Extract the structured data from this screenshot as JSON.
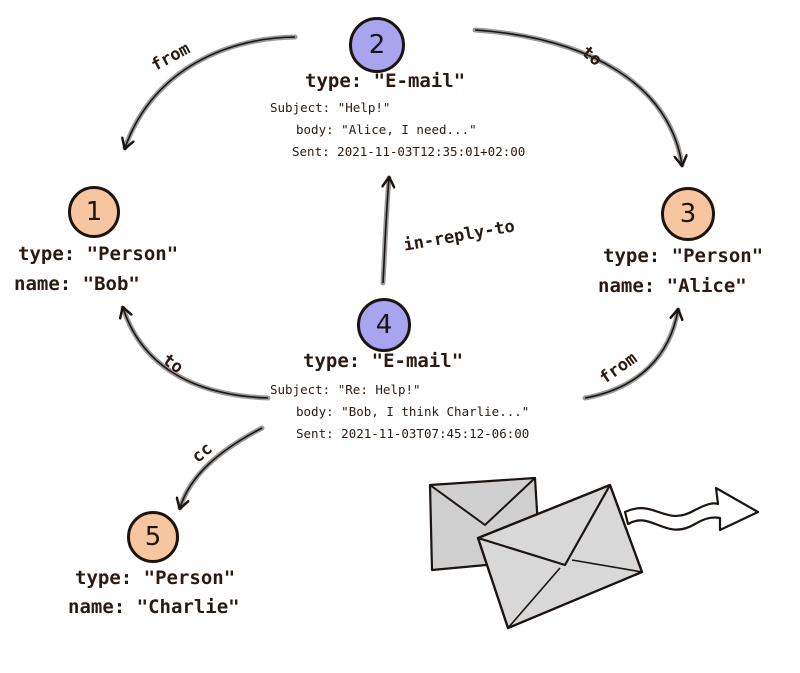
{
  "colors": {
    "person_fill": "#f7c59f",
    "email_fill": "#a9a4ef",
    "ink": "#1b1410",
    "text": "#2b1a12",
    "envelope": "#c8c8c8"
  },
  "nodes": [
    {
      "id": "1",
      "type_key": "type:",
      "type_val": "\"Person\"",
      "name_key": "name:",
      "name_val": "\"Bob\""
    },
    {
      "id": "2",
      "type_key": "type:",
      "type_val": "\"E-mail\"",
      "subject_key": "Subject:",
      "subject_val": "\"Help!\"",
      "body_key": "body:",
      "body_val": "\"Alice, I need...\"",
      "sent_key": "Sent:",
      "sent_val": "2021-11-03T12:35:01+02:00"
    },
    {
      "id": "3",
      "type_key": "type:",
      "type_val": "\"Person\"",
      "name_key": "name:",
      "name_val": "\"Alice\""
    },
    {
      "id": "4",
      "type_key": "type:",
      "type_val": "\"E-mail\"",
      "subject_key": "Subject:",
      "subject_val": "\"Re: Help!\"",
      "body_key": "body:",
      "body_val": "\"Bob, I think Charlie...\"",
      "sent_key": "Sent:",
      "sent_val": "2021-11-03T07:45:12-06:00"
    },
    {
      "id": "5",
      "type_key": "type:",
      "type_val": "\"Person\"",
      "name_key": "name:",
      "name_val": "\"Charlie\""
    }
  ],
  "edges": {
    "e2_1": "from",
    "e2_3": "to",
    "e4_2": "in-reply-to",
    "e4_1": "to",
    "e4_3": "from",
    "e4_5": "cc"
  }
}
